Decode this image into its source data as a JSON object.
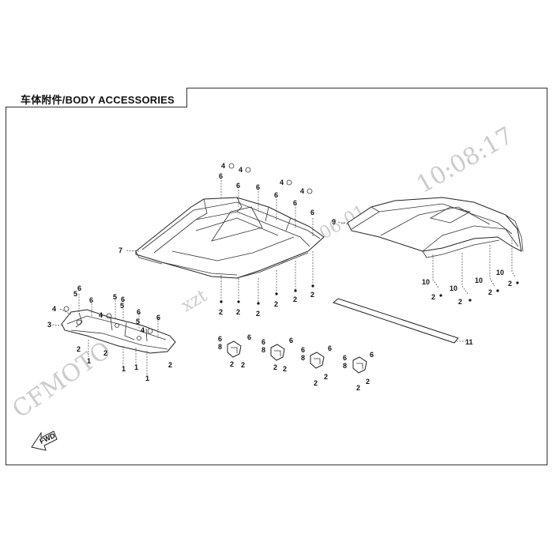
{
  "header": {
    "title": "车体附件/BODY ACCESSORIES"
  },
  "watermark": {
    "brand": "CFMOTO",
    "fragment": "xzt",
    "date": "2022-06-01",
    "time": "10:08:17"
  },
  "fwd_label": "FWD",
  "callouts": {
    "c2": "2",
    "c3": "3",
    "c4": "4",
    "c5": "5",
    "c6": "6",
    "c7": "7",
    "c8": "8",
    "c9": "9",
    "c10": "10",
    "c11": "11",
    "c1": "1"
  },
  "colors": {
    "line": "#222222",
    "watermark": "#cccccc",
    "background": "#ffffff"
  }
}
